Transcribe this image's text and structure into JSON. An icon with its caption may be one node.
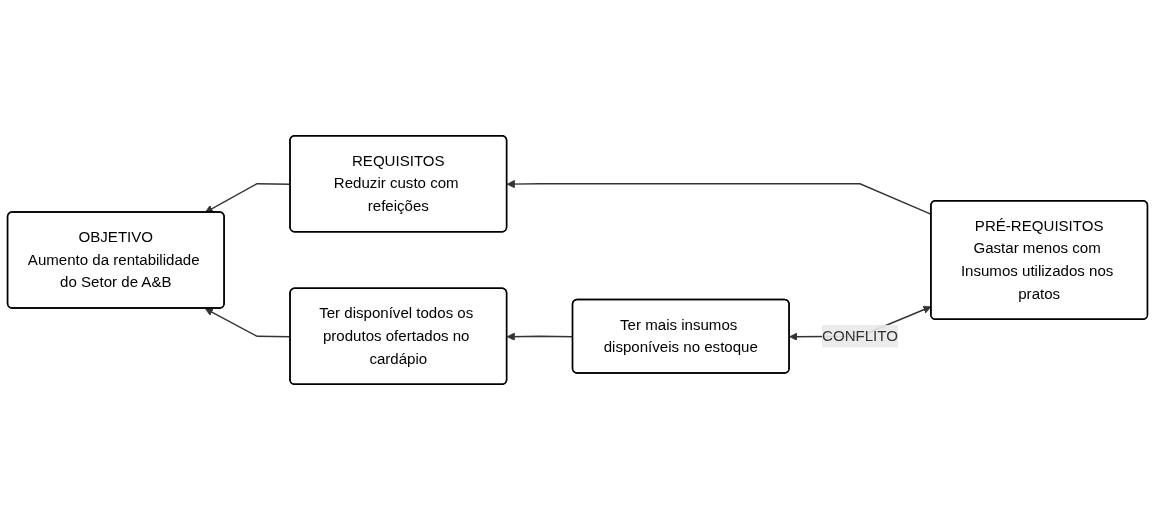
{
  "diagram": {
    "nodes": [
      {
        "text": [
          "OBJETIVO",
          "Aumento da rentabilidade do Setor de A&B"
        ]
      },
      {
        "text": [
          "REQUISITOS",
          "Reduzir custo com refeições"
        ]
      },
      {
        "text": [
          "PRÉ-REQUISITOS",
          "Gastar menos com Insumos utilizados nos pratos"
        ]
      },
      {
        "text": [
          "Ter disponível todos os produtos ofertados no cardápio"
        ]
      },
      {
        "text": [
          "Ter mais insumos disponíveis no estoque"
        ]
      }
    ],
    "edges": [
      {
        "from": 2,
        "to": 1,
        "arrow": "to"
      },
      {
        "from": 1,
        "to": 0,
        "arrow": "to"
      },
      {
        "from": 4,
        "to": 3,
        "arrow": "to"
      },
      {
        "from": 3,
        "to": 0,
        "arrow": "to"
      },
      {
        "from": 2,
        "to": 4,
        "arrow": "both",
        "label": "CONFLITO"
      }
    ]
  }
}
